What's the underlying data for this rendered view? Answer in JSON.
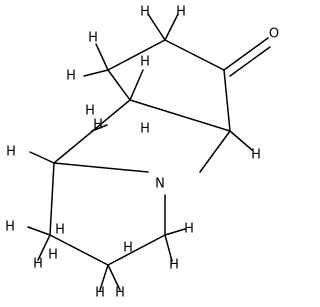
{
  "molecule": {
    "atoms": {
      "n1": "N",
      "o1": "O",
      "h_top_left": "H",
      "h_top_right": "H",
      "h_upper_left_1": "H",
      "h_upper_left_2": "H",
      "h_upper_left_3": "H",
      "h_bridge": "H",
      "h_bridgehead_right": "H",
      "h_mid_left_1": "H",
      "h_mid_left_2": "H",
      "h_bridgehead_left": "H",
      "h_low_left_1": "H",
      "h_low_left_2": "H",
      "h_low_center_left_1": "H",
      "h_low_center_left_2": "H",
      "h_low_center_right": "H",
      "h_low_right": "H",
      "h_bottom_1": "H",
      "h_bottom_2": "H",
      "h_bottom_3": "H"
    },
    "colors": {
      "bond": "#000000",
      "label": "#000000",
      "background": "#ffffff"
    }
  }
}
